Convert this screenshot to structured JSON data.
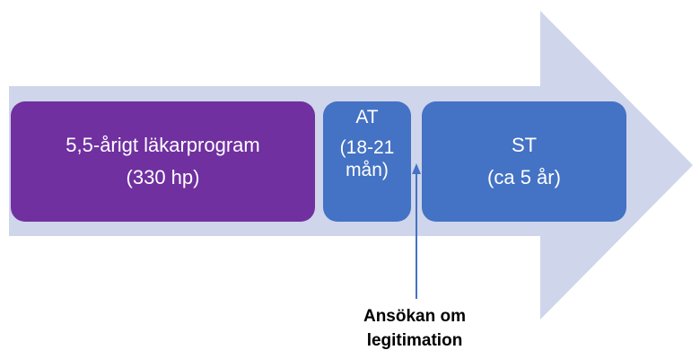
{
  "colors": {
    "arrow_fill": "#cfd5ea",
    "program_fill": "#7030a0",
    "stage_fill": "#4472c4",
    "pointer_color": "#4472c4",
    "text_light": "#ffffff",
    "text_dark": "#000000"
  },
  "stages": {
    "program": {
      "line1": "5,5-årigt läkarprogram",
      "line2": "(330 hp)"
    },
    "at": {
      "title": "AT",
      "duration": "(18-21 mån)"
    },
    "st": {
      "line1": "ST",
      "line2": "(ca 5 år)"
    }
  },
  "milestone": {
    "line1": "Ansökan om",
    "line2": "legitimation"
  },
  "icons": {
    "background": "right-arrow-icon",
    "pointer": "up-arrow-icon"
  }
}
